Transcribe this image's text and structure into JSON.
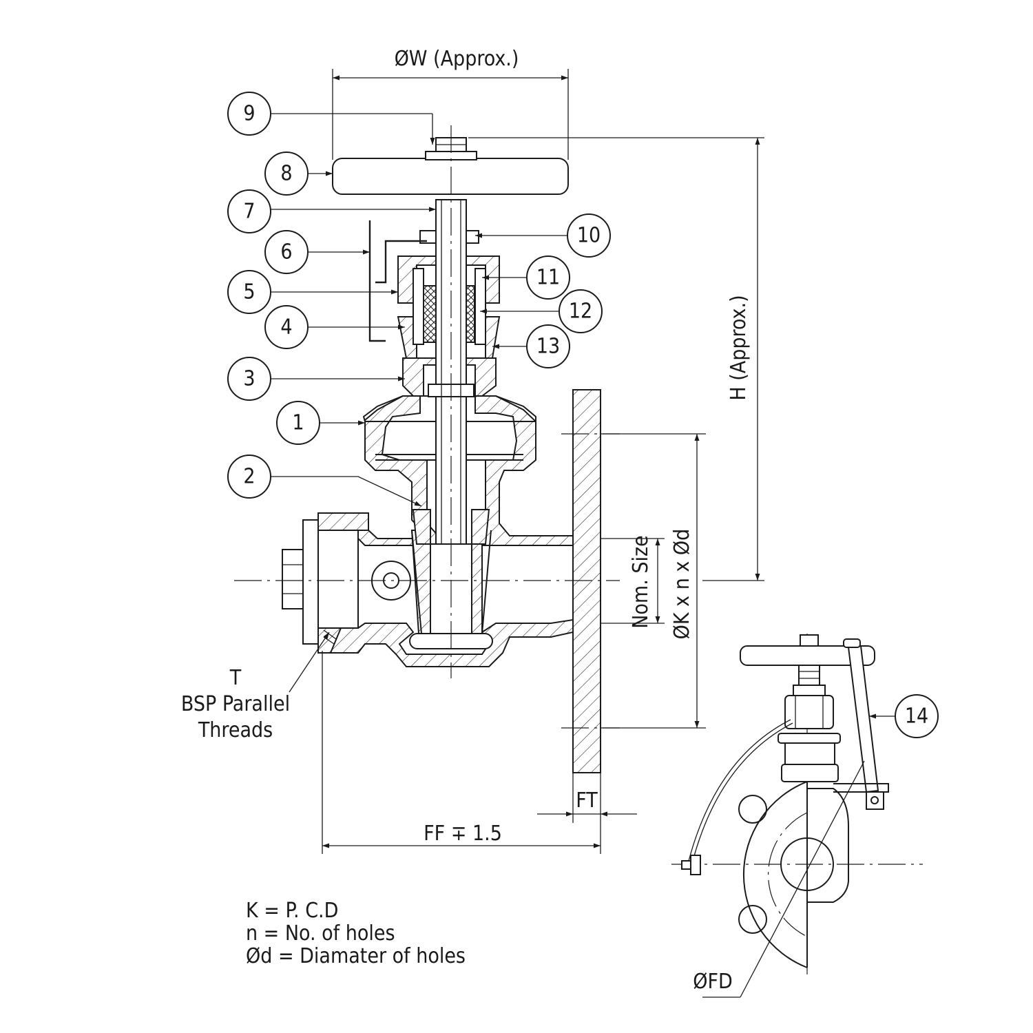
{
  "dimensions": {
    "handwheel_dia": "ØW (Approx.)",
    "height": "H (Approx.)",
    "nominal_size": "Nom. Size",
    "flange_holes": "ØK x n x Ød",
    "face_to_face": "FF ∓ 1.5",
    "flange_thickness": "FT",
    "flange_dia": "ØFD"
  },
  "thread_note": {
    "line1": "T",
    "line2": "BSP Parallel",
    "line3": "Threads"
  },
  "legend": {
    "line1": "K = P. C.D",
    "line2": "n = No. of holes",
    "line3": "Ød = Diamater of holes"
  },
  "balloons": [
    "1",
    "2",
    "3",
    "4",
    "5",
    "6",
    "7",
    "8",
    "9",
    "10",
    "11",
    "12",
    "13",
    "14"
  ]
}
